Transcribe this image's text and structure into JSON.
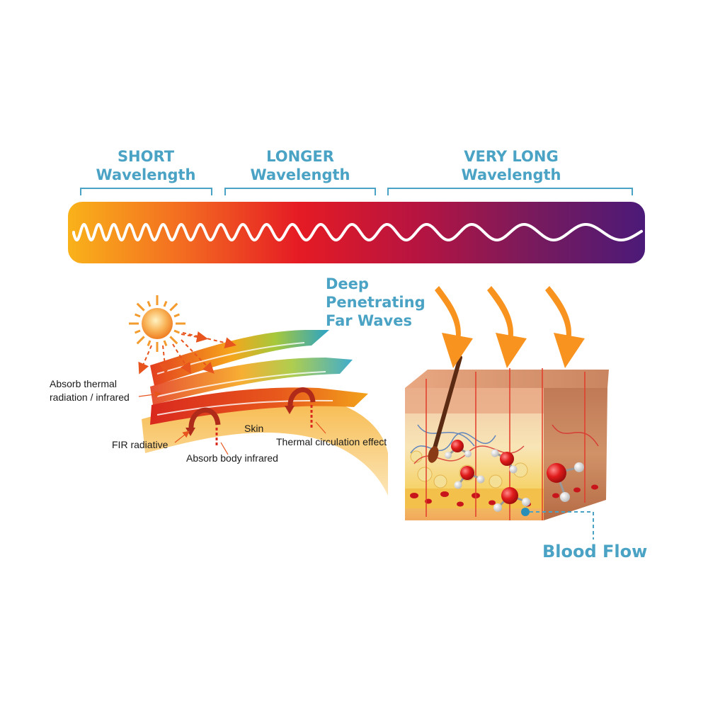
{
  "wavelength_bar": {
    "labels": [
      {
        "line1": "SHORT",
        "line2": "Wavelength"
      },
      {
        "line1": "LONGER",
        "line2": "Wavelength"
      },
      {
        "line1": "VERY LONG",
        "line2": "Wavelength"
      }
    ],
    "gradient_colors": [
      "#f9b21a",
      "#f15a22",
      "#e51b24",
      "#b5123e",
      "#7a1a5c",
      "#4b1a78"
    ],
    "wave_color": "#ffffff"
  },
  "penetration": {
    "title_lines": [
      "Deep",
      "Penetrating",
      "Far Waves"
    ],
    "arrow_color": "#f7931e"
  },
  "skin_diagram": {
    "labels": {
      "absorb_thermal_1": "Absorb thermal",
      "absorb_thermal_2": "radiation / infrared",
      "fir_radiative": "FIR radiative",
      "skin": "Skin",
      "absorb_body": "Absorb body infrared",
      "thermal_circulation": "Thermal circulation effect"
    },
    "sun_color": "#f7931e"
  },
  "blood_flow": {
    "label": "Blood Flow",
    "accent_color": "#4aa3c4"
  }
}
